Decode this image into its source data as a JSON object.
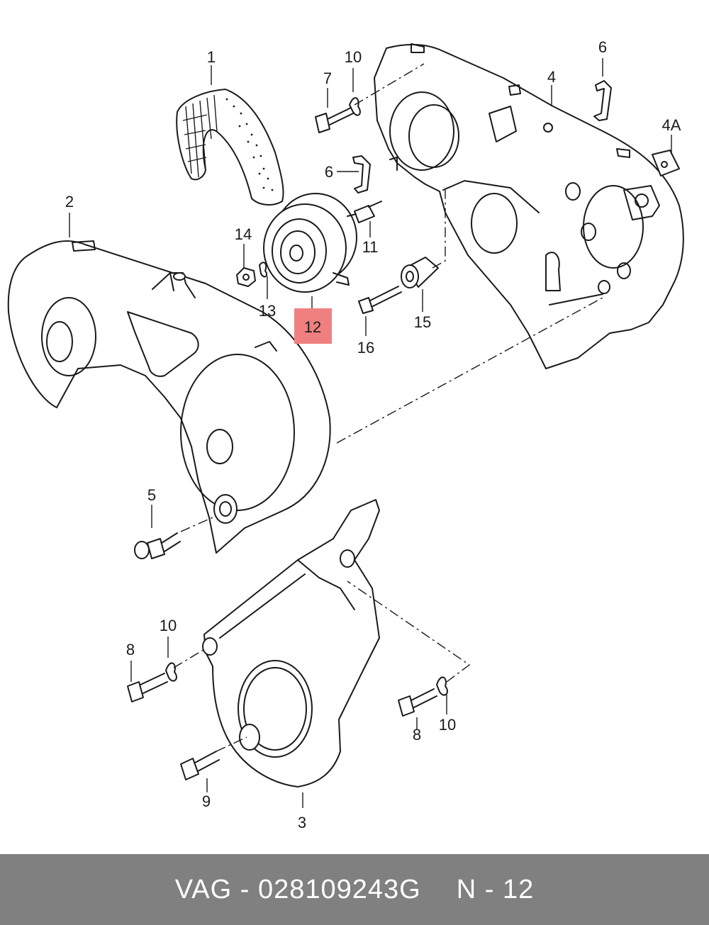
{
  "callouts": {
    "c1": "1",
    "c2": "2",
    "c3": "3",
    "c4": "4",
    "c4a": "4A",
    "c5": "5",
    "c6_top": "6",
    "c6_mid": "6",
    "c7": "7",
    "c8_left": "8",
    "c8_right": "8",
    "c9": "9",
    "c10_top": "10",
    "c10_left": "10",
    "c10_right": "10",
    "c11": "11",
    "c12": "12",
    "c13": "13",
    "c14": "14",
    "c15": "15",
    "c16": "16"
  },
  "highlight": {
    "part": "12",
    "color": "#f08080"
  },
  "footer": {
    "brand_part": "VAG - 028109243G",
    "position": "N - 12"
  }
}
